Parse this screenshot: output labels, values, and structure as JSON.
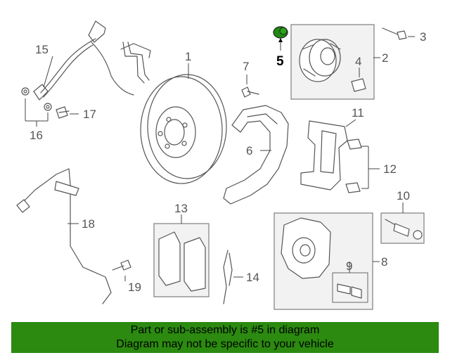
{
  "callouts": {
    "n1": "1",
    "n2": "2",
    "n3": "3",
    "n4": "4",
    "n5": "5",
    "n6": "6",
    "n7": "7",
    "n8": "8",
    "n9": "9",
    "n10": "10",
    "n11": "11",
    "n12": "12",
    "n13": "13",
    "n14": "14",
    "n15": "15",
    "n16": "16",
    "n17": "17",
    "n18": "18",
    "n19": "19"
  },
  "highlighted_part": "5",
  "footer": {
    "line1": "Part or sub-assembly is #5 in diagram",
    "line2": "Diagram may not be specific to your vehicle"
  },
  "colors": {
    "highlight_part": "#1f8a10",
    "footer_bg": "#2b8a0f"
  }
}
